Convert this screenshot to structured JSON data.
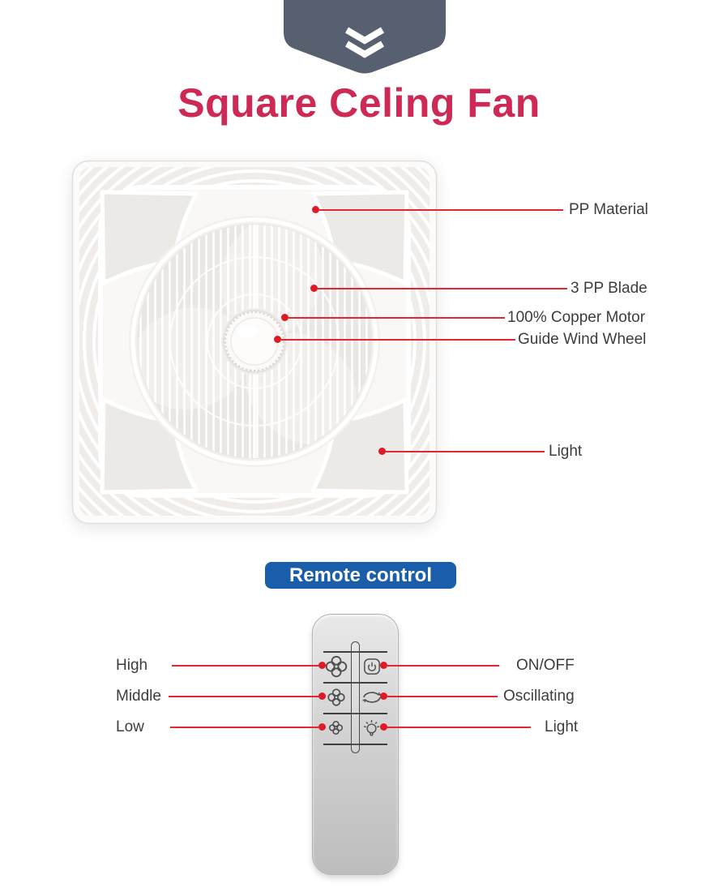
{
  "header": {
    "banner_icon": "double-chevron-down-icon",
    "banner_color": "#57606e",
    "title": "Square Celing Fan",
    "title_color": "#ce2954"
  },
  "fan_diagram": {
    "image": "square-ceiling-fan-photo",
    "callouts": [
      {
        "label": "PP Material"
      },
      {
        "label": "3 PP Blade"
      },
      {
        "label": "100% Copper Motor"
      },
      {
        "label": "Guide Wind Wheel"
      },
      {
        "label": "Light"
      }
    ]
  },
  "remote": {
    "heading": "Remote control",
    "heading_bg": "#1a5dab",
    "buttons": {
      "left": [
        {
          "label": "High",
          "icon": "fan-speed-high-icon"
        },
        {
          "label": "Middle",
          "icon": "fan-speed-middle-icon"
        },
        {
          "label": "Low",
          "icon": "fan-speed-low-icon"
        }
      ],
      "right": [
        {
          "label": "ON/OFF",
          "icon": "power-icon"
        },
        {
          "label": "Oscillating",
          "icon": "oscillate-icon"
        },
        {
          "label": "Light",
          "icon": "light-bulb-icon"
        }
      ]
    }
  },
  "colors": {
    "callout_red": "#e01a24",
    "label_text": "#3d3d3d",
    "remote_body": "#cfcfd0"
  }
}
